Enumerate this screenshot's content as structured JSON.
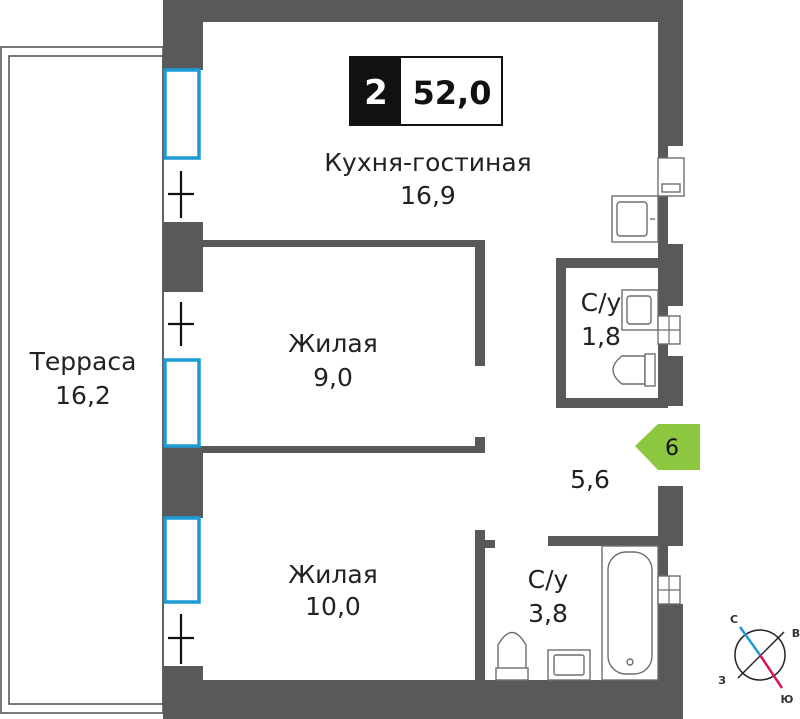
{
  "badge": {
    "rooms": "2",
    "total_area": "52,0"
  },
  "rooms": [
    {
      "id": "kitchen",
      "name": "Кухня-гостиная",
      "area": "16,9"
    },
    {
      "id": "bedroom1",
      "name": "Жилая",
      "area": "9,0"
    },
    {
      "id": "bedroom2",
      "name": "Жилая",
      "area": "10,0"
    },
    {
      "id": "bath1",
      "name": "С/у",
      "area": "1,8"
    },
    {
      "id": "bath2",
      "name": "С/у",
      "area": "3,8"
    },
    {
      "id": "terrace",
      "name": "Терраса",
      "area": "16,2"
    },
    {
      "id": "hall",
      "name": "",
      "area": "5,6"
    }
  ],
  "entrance": {
    "number": "6",
    "color": "#8dc63f"
  },
  "compass": {
    "north": "С",
    "east": "В",
    "south": "Ю",
    "west": "З",
    "north_color": "#1d9ad6",
    "south_color": "#d6145f"
  },
  "colors": {
    "wall": "#58595b",
    "window": "#1d9ad6"
  }
}
